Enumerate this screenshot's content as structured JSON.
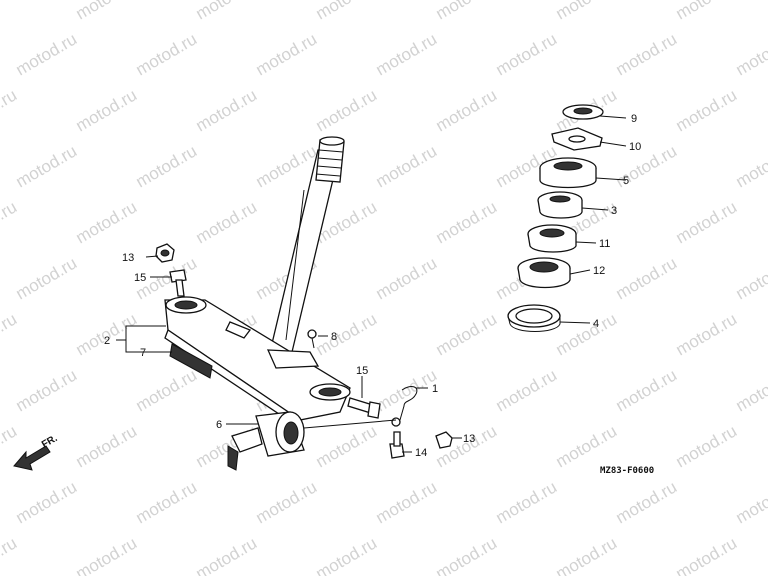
{
  "watermark": "motod.ru",
  "diagram_code": "MZ83-F0600",
  "direction_label": "FR.",
  "callouts": {
    "c1": "1",
    "c2": "2",
    "c3": "3",
    "c4": "4",
    "c5": "5",
    "c6": "6",
    "c7": "7",
    "c8": "8",
    "c9": "9",
    "c10": "10",
    "c11": "11",
    "c12": "12",
    "c13a": "13",
    "c13b": "13",
    "c14": "14",
    "c15a": "15",
    "c15b": "15"
  }
}
